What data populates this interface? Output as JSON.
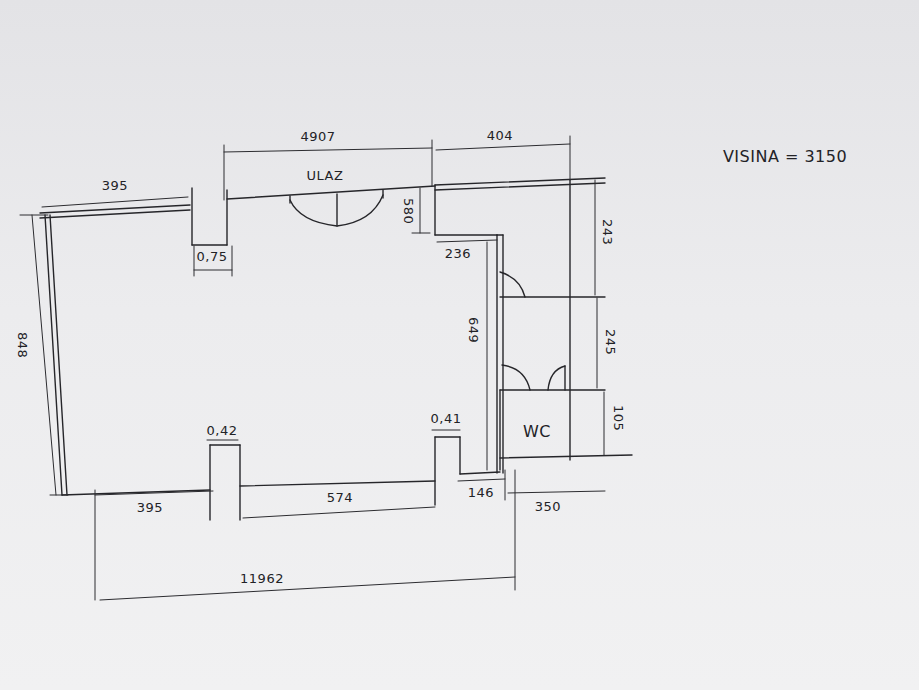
{
  "diagram": {
    "labels": [
      "395",
      "4907",
      "404",
      "ULAZ",
      "VISINA = 3150",
      "580",
      "243",
      "236",
      "0,75",
      "649",
      "245",
      "105",
      "WC",
      "848",
      "0,42",
      "0,41",
      "395",
      "574",
      "146",
      "350",
      "11962"
    ]
  }
}
